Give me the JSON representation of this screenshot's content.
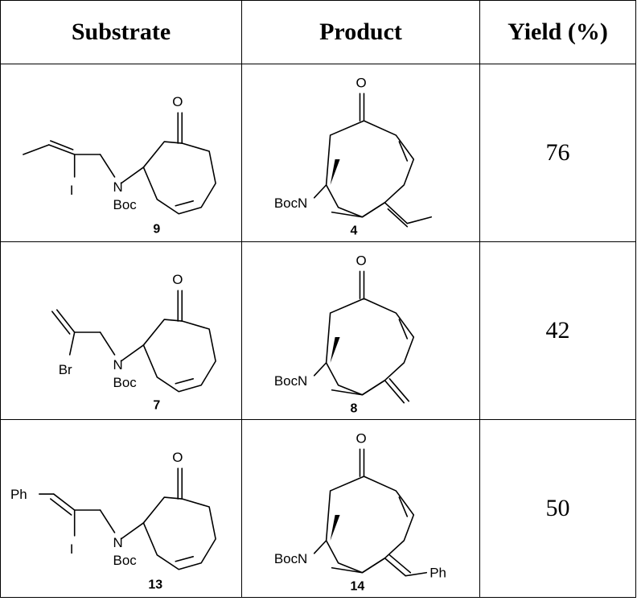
{
  "headers": {
    "substrate": "Substrate",
    "product": "Product",
    "yield": "Yield (%)"
  },
  "rows": [
    {
      "substrate": {
        "label": "9",
        "halogen": "I",
        "oxo": "O",
        "n": "N",
        "boc": "Boc",
        "substituent": ""
      },
      "product": {
        "label": "4",
        "oxo": "O",
        "bocn": "BocN",
        "substituent": ""
      },
      "yield": "76"
    },
    {
      "substrate": {
        "label": "7",
        "halogen": "Br",
        "oxo": "O",
        "n": "N",
        "boc": "Boc",
        "substituent": ""
      },
      "product": {
        "label": "8",
        "oxo": "O",
        "bocn": "BocN",
        "substituent": ""
      },
      "yield": "42"
    },
    {
      "substrate": {
        "label": "13",
        "halogen": "I",
        "oxo": "O",
        "n": "N",
        "boc": "Boc",
        "substituent": "Ph"
      },
      "product": {
        "label": "14",
        "oxo": "O",
        "bocn": "BocN",
        "substituent": "Ph"
      },
      "yield": "50"
    }
  ]
}
